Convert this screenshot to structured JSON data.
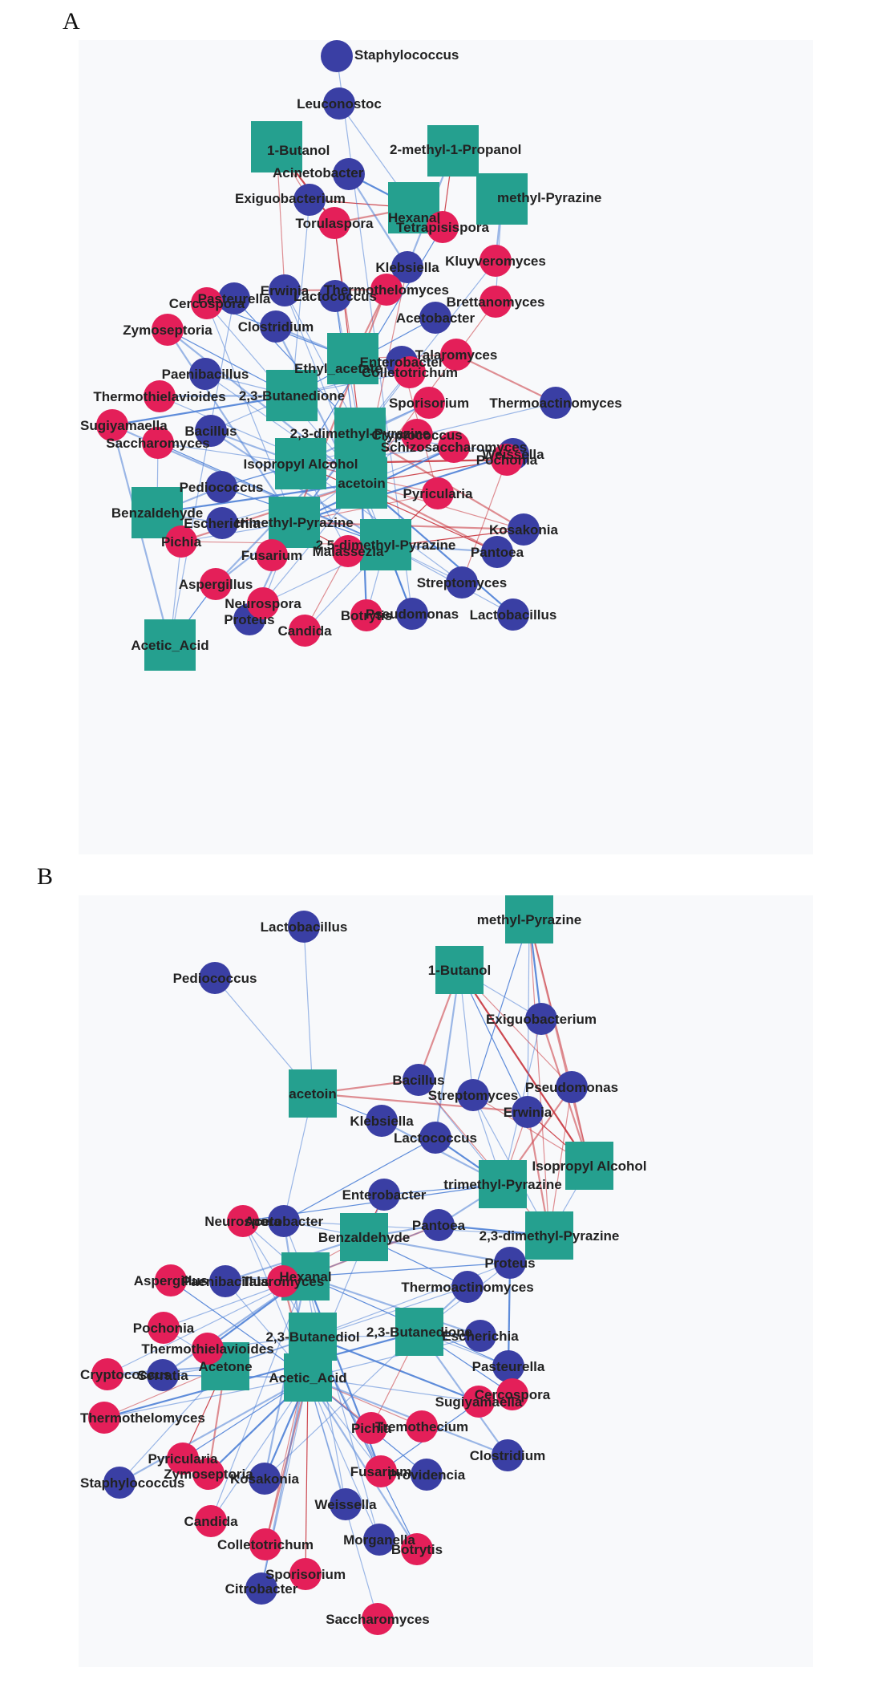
{
  "colors": {
    "bacteria": "#3a3fa4",
    "fungi": "#e41f59",
    "compound": "#25a08f",
    "positive_edge": "#4d7fd6",
    "negative_edge": "#c8343d"
  },
  "panels": [
    {
      "label": "A",
      "compounds": [
        "1-Butanol",
        "2-methyl-1-Propanol",
        "Hexanal",
        "methyl-Pyrazine",
        "Ethyl_acetate",
        "2,3-Butanedione",
        "2,3-dimethyl-Pyrazine",
        "Isopropyl Alcohol",
        "acetoin",
        "Benzaldehyde",
        "trimethyl-Pyrazine",
        "2,5-dimethyl-Pyrazine",
        "Acetic_Acid"
      ],
      "bacteria": [
        "Staphylococcus",
        "Leuconostoc",
        "Acinetobacter",
        "Exiguobacterium",
        "Klebsiella",
        "Erwinia",
        "Pasteurella",
        "Lactococcus",
        "Acetobacter",
        "Clostridium",
        "Enterobacter",
        "Paenibacillus",
        "Thermoactinomyces",
        "Weissella",
        "Bacillus",
        "Pediococcus",
        "Escherichia",
        "Kosakonia",
        "Pantoea",
        "Streptomyces",
        "Proteus",
        "Pseudomonas",
        "Lactobacillus"
      ],
      "fungi": [
        "Torulaspora",
        "Tetrapisispora",
        "Kluyveromyces",
        "Cercospora",
        "Thermothelomyces",
        "Brettanomyces",
        "Zymoseptoria",
        "Talaromyces",
        "Colletotrichum",
        "Thermothielavioides",
        "Sporisorium",
        "Sugiyamaella",
        "Cryptococcus",
        "Saccharomyces",
        "Schizosaccharomyces",
        "Pochonia",
        "Pyricularia",
        "Pichia",
        "Fusarium",
        "Malassezia",
        "Aspergillus",
        "Neurospora",
        "Botrytis",
        "Candida"
      ]
    },
    {
      "label": "B",
      "compounds": [
        "methyl-Pyrazine",
        "1-Butanol",
        "acetoin",
        "Isopropyl Alcohol",
        "trimethyl-Pyrazine",
        "Benzaldehyde",
        "2,3-dimethyl-Pyrazine",
        "Hexanal",
        "2,3-Butanediol",
        "2,3-Butanedione",
        "Acetone",
        "Acetic_Acid"
      ],
      "bacteria": [
        "Lactobacillus",
        "Pediococcus",
        "Exiguobacterium",
        "Bacillus",
        "Streptomyces",
        "Pseudomonas",
        "Erwinia",
        "Klebsiella",
        "Lactococcus",
        "Enterobacter",
        "Acetobacter",
        "Pantoea",
        "Paenibacillus",
        "Thermoactinomyces",
        "Proteus",
        "Escherichia",
        "Pasteurella",
        "Serratia",
        "Clostridium",
        "Staphylococcus",
        "Kosakonia",
        "Weissella",
        "Morganella",
        "Providencia",
        "Citrobacter"
      ],
      "fungi": [
        "Neurospora",
        "Aspergillus",
        "Talaromyces",
        "Pochonia",
        "Thermothielavioides",
        "Cryptococcus",
        "Thermothelomyces",
        "Sugiyamaella",
        "Cercospora",
        "Pichia",
        "Tremothecium",
        "Pyricularia",
        "Zymoseptoria",
        "Fusarium",
        "Candida",
        "Colletotrichum",
        "Sporisorium",
        "Botrytis",
        "Saccharomyces"
      ]
    }
  ]
}
